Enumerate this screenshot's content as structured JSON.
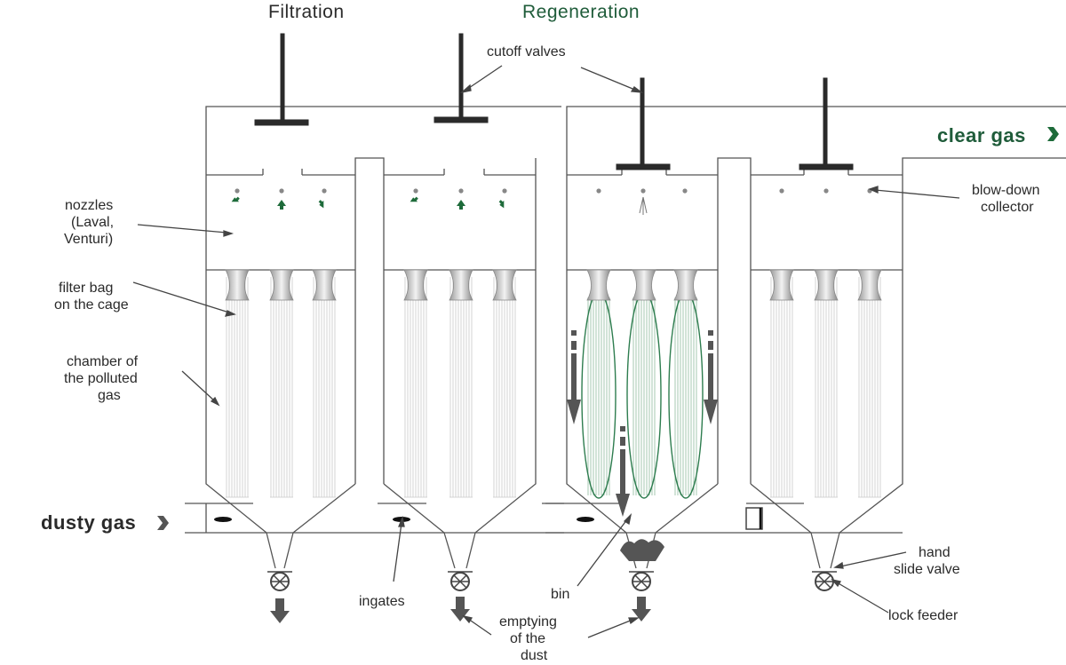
{
  "headings": {
    "filtration": "Filtration",
    "regeneration": "Regeneration"
  },
  "labels": {
    "cutoff_valves": "cutoff valves",
    "clear_gas": "clear gas",
    "blowdown_1": "blow-down",
    "blowdown_2": "collector",
    "nozzles_1": "nozzles",
    "nozzles_2": "(Laval,",
    "nozzles_3": "Venturi)",
    "filterbag_1": "filter bag",
    "filterbag_2": "on the cage",
    "chamber_1": "chamber of",
    "chamber_2": "the polluted",
    "chamber_3": "gas",
    "dusty_gas": "dusty gas",
    "ingates": "ingates",
    "bin": "bin",
    "emptying_1": "emptying",
    "emptying_2": "of the",
    "emptying_3": "dust",
    "hand_slide_1": "hand",
    "hand_slide_2": "slide valve",
    "lock_feeder": "lock feeder"
  },
  "colors": {
    "line": "#444444",
    "dark": "#2a2a2a",
    "green": "#1f5c3a",
    "arrow_green": "#1e6b3a",
    "bag_green": "#2e7d4f"
  }
}
